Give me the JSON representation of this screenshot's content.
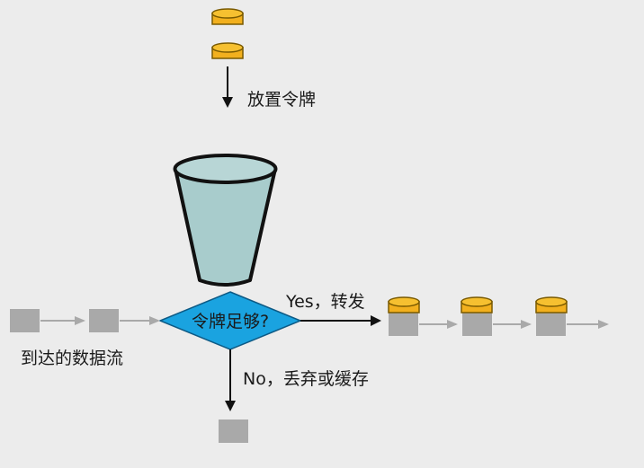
{
  "labels": {
    "place_token": "放置令牌",
    "decision": "令牌足够?",
    "yes_forward": "Yes，转发",
    "no_drop": "No，丢弃或缓存",
    "arriving_flow": "到达的数据流"
  },
  "colors": {
    "background": "#ececec",
    "token_fill": "#f2b01e",
    "token_stroke": "#7a5a00",
    "bucket_fill": "#a8cccc",
    "bucket_stroke": "#111111",
    "decision_fill": "#1aa3e0",
    "decision_stroke": "#0d5a85",
    "packet_fill": "#a9a9a9",
    "flow_arrow": "#a9a9a9",
    "main_arrow": "#111111"
  },
  "icons": {
    "token": "coin-icon",
    "bucket": "bucket-icon",
    "packet": "packet-square-icon"
  }
}
